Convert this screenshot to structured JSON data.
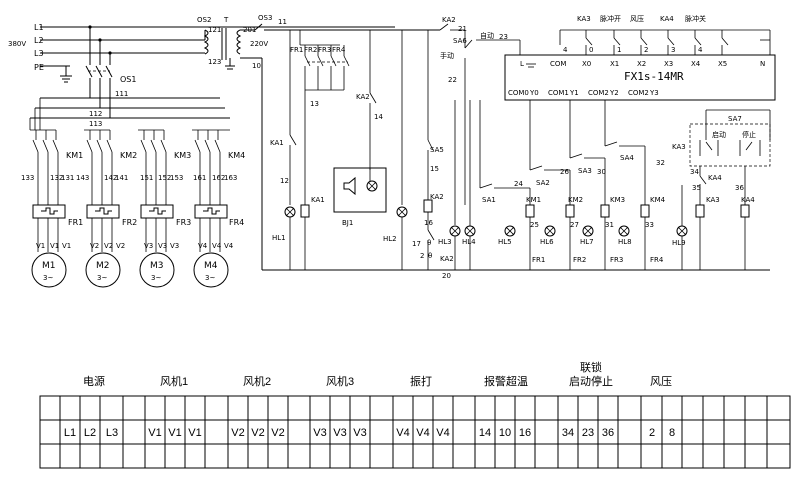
{
  "power": {
    "lines": [
      "L1",
      "L2",
      "L3"
    ],
    "voltage": "380V",
    "pe": "PE",
    "breaker": "OS1",
    "bus_no": [
      "111",
      "112",
      "113"
    ]
  },
  "transformer": {
    "switch1": "OS2",
    "t": "T",
    "pins_in": [
      "121",
      "123"
    ],
    "pin_out": "201",
    "switch2": "OS3",
    "out_voltage": "220V",
    "wire_top": "11",
    "wire_bottom": "10"
  },
  "motors": [
    {
      "contactor": "KM1",
      "relay": "FR1",
      "wires_top": [
        "133",
        "132",
        "131"
      ],
      "wires_bottom": [
        "V1",
        "V1",
        "V1"
      ],
      "name": "M1",
      "phase": "3~"
    },
    {
      "contactor": "KM2",
      "relay": "FR2",
      "wires_top": [
        "143",
        "142",
        "141"
      ],
      "wires_bottom": [
        "V2",
        "V2",
        "V2"
      ],
      "name": "M2",
      "phase": "3~"
    },
    {
      "contactor": "KM3",
      "relay": "FR3",
      "wires_top": [
        "151",
        "152",
        "153"
      ],
      "wires_bottom": [
        "V3",
        "V3",
        "V3"
      ],
      "name": "M3",
      "phase": "3~"
    },
    {
      "contactor": "KM4",
      "relay": "FR4",
      "wires_top": [
        "161",
        "162",
        "163"
      ],
      "wires_bottom": [
        "V4",
        "V4",
        "V4"
      ],
      "name": "M4",
      "phase": "3~"
    }
  ],
  "control": {
    "fr_labels": [
      "FR1",
      "FR2",
      "FR3",
      "FR4"
    ],
    "wire_13": "13",
    "ka2": "KA2",
    "wire_14": "14",
    "ka1": "KA1",
    "wire_12": "12",
    "ka1_coil": "KA1",
    "hl1": "HL1",
    "bj1": "BJ1",
    "hl2": "HL2",
    "sa5": "SA5",
    "wire_15": "15",
    "ka2_coil": "KA2",
    "wire_16": "16",
    "wire_17": "17",
    "theta": "θ",
    "wire_2": "2",
    "ka2_bot": "KA2",
    "wire_20": "20",
    "ka2_top": "KA2",
    "sa6": "SA6",
    "auto": "自动",
    "manual": "手动",
    "wire_21": "21",
    "wire_22": "22",
    "wire_23": "23",
    "hl3": "HL3",
    "hl4": "HL4",
    "sa1": "SA1",
    "sa2": "SA2",
    "sa3": "SA3",
    "sa4": "SA4",
    "wire_24": "24",
    "wire_26": "26",
    "wire_30": "30",
    "wire_32": "32",
    "outputs": [
      {
        "coil": "KM1",
        "lamp": "HL5",
        "wire": "25",
        "fr": "FR1"
      },
      {
        "coil": "KM2",
        "lamp": "HL6",
        "wire": "27",
        "fr": "FR2"
      },
      {
        "coil": "KM3",
        "lamp": "HL7",
        "wire": "31",
        "fr": "FR3"
      },
      {
        "coil": "KM4",
        "lamp": "HL8",
        "wire": "33",
        "fr": "FR4"
      }
    ],
    "sa7": "SA7",
    "ka3": "KA3",
    "start": "启动",
    "stop": "停止",
    "ka4": "KA4",
    "wire_34": "34",
    "wire_35": "35",
    "wire_36": "36",
    "ka3_coil": "KA3",
    "ka4_coil": "KA4",
    "hl9": "HL9"
  },
  "plc": {
    "model": "FX1s-14MR",
    "top_labels": [
      "KA3",
      "脉冲开",
      "风压",
      "KA4",
      "脉冲关"
    ],
    "top_wires": [
      "4",
      "0",
      "1",
      "2",
      "3",
      "4"
    ],
    "inputs": [
      "L",
      "COM",
      "X0",
      "X1",
      "X2",
      "X3",
      "X4",
      "X5",
      "N"
    ],
    "outputs": [
      "COM0",
      "Y0",
      "COM1",
      "Y1",
      "COM2",
      "Y2",
      "COM2",
      "Y3"
    ]
  },
  "terminal": {
    "groups": [
      "电源",
      "风机1",
      "风机2",
      "风机3",
      "振打",
      "报警超温",
      "联锁",
      "启动停止",
      "风压"
    ],
    "cells": [
      "L1",
      "L2",
      "L3",
      "V1",
      "V1",
      "V1",
      "V2",
      "V2",
      "V2",
      "V3",
      "V3",
      "V3",
      "V4",
      "V4",
      "V4",
      "14",
      "10",
      "16",
      "34",
      "23",
      "36",
      "2",
      "8"
    ]
  }
}
